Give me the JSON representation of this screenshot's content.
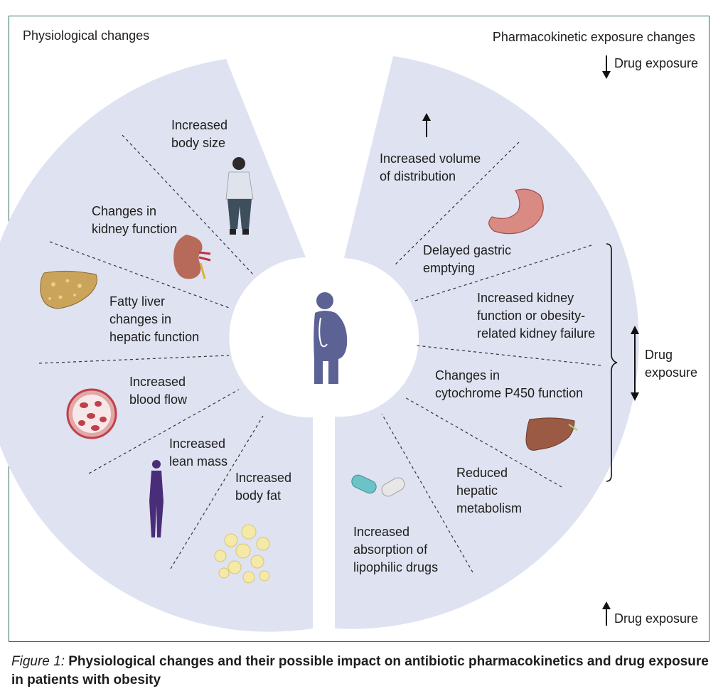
{
  "header_left": "Physiological changes",
  "header_right": "Pharmacokinetic exposure changes",
  "legend": {
    "down": "Drug exposure",
    "up": "Drug exposure",
    "both_line1": "Drug",
    "both_line2": "exposure"
  },
  "left": {
    "body_size": [
      "Increased",
      "body size"
    ],
    "kidney": [
      "Changes in",
      "kidney function"
    ],
    "liver": [
      "Fatty liver",
      "changes in",
      "hepatic function"
    ],
    "blood": [
      "Increased",
      "blood flow"
    ],
    "lean": [
      "Increased",
      "lean mass"
    ],
    "fat": [
      "Increased",
      "body fat"
    ]
  },
  "right": {
    "volume": [
      "Increased volume",
      "of distribution"
    ],
    "gastric": [
      "Delayed gastric",
      "emptying"
    ],
    "kidney": [
      "Increased kidney",
      "function or obesity-",
      "related kidney failure"
    ],
    "cyp": [
      "Changes in",
      "cytochrome P450 function"
    ],
    "hepatic": [
      "Reduced",
      "hepatic",
      "metabolism"
    ],
    "absorption": [
      "Increased",
      "absorption of",
      "lipophilic drugs"
    ]
  },
  "caption": {
    "label": "Figure 1:",
    "text": " Physiological changes and their possible impact on antibiotic pharmacokinetics and drug exposure in patients with obesity"
  },
  "colors": {
    "panel": "#dfe2f0",
    "frame": "#2b6b5f",
    "figure": "#5d6295",
    "kidney": "#b86a5a",
    "liver": "#c9a45a",
    "hepatic_liver": "#9a5a44",
    "stomach": "#d98a82",
    "blood": "#c0404a",
    "fat": "#f5e9a8"
  }
}
